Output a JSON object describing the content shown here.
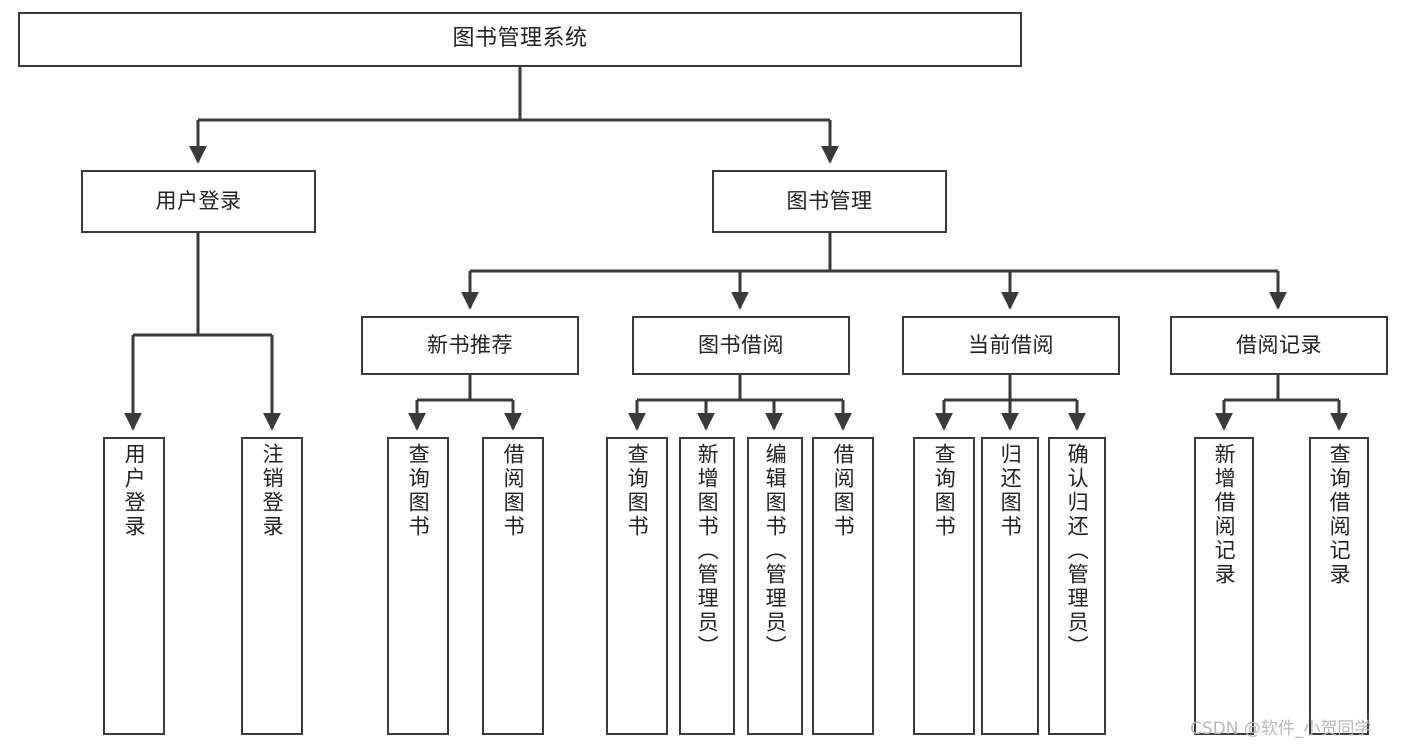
{
  "diagram": {
    "title": "图书管理系统",
    "type": "tree-hierarchy-diagram",
    "colors": {
      "box_border": "#3a3a3a",
      "box_fill": "#ffffff",
      "edge": "#3a3a3a",
      "text": "#222222",
      "watermark": "#b9b9b9",
      "background": "#ffffff"
    },
    "nodes": {
      "root": {
        "label": "图书管理系统"
      },
      "level2": [
        {
          "id": "user-login",
          "label": "用户登录"
        },
        {
          "id": "book-manage",
          "label": "图书管理"
        }
      ],
      "level3": [
        {
          "id": "new-book-recommend",
          "label": "新书推荐"
        },
        {
          "id": "book-borrow",
          "label": "图书借阅"
        },
        {
          "id": "current-borrow",
          "label": "当前借阅"
        },
        {
          "id": "borrow-record",
          "label": "借阅记录"
        }
      ],
      "leaves": {
        "user-login": [
          {
            "id": "leaf-user-login",
            "label": "用户登录"
          },
          {
            "id": "leaf-logout-login",
            "label": "注销登录"
          }
        ],
        "new-book-recommend": [
          {
            "id": "leaf-query-book-1",
            "label": "查询图书"
          },
          {
            "id": "leaf-borrow-book-1",
            "label": "借阅图书"
          }
        ],
        "book-borrow": [
          {
            "id": "leaf-query-book-2",
            "label": "查询图书"
          },
          {
            "id": "leaf-add-book-admin",
            "label": "新增图书（管理员）"
          },
          {
            "id": "leaf-edit-book-admin",
            "label": "编辑图书（管理员）"
          },
          {
            "id": "leaf-borrow-book-2",
            "label": "借阅图书"
          }
        ],
        "current-borrow": [
          {
            "id": "leaf-query-book-3",
            "label": "查询图书"
          },
          {
            "id": "leaf-return-book",
            "label": "归还图书"
          },
          {
            "id": "leaf-confirm-return-admin",
            "label": "确认归还（管理员）"
          }
        ],
        "borrow-record": [
          {
            "id": "leaf-add-borrow-record",
            "label": "新增借阅记录"
          },
          {
            "id": "leaf-query-borrow-record",
            "label": "查询借阅记录"
          }
        ]
      }
    },
    "watermark": "CSDN @软件_小贺同学"
  }
}
